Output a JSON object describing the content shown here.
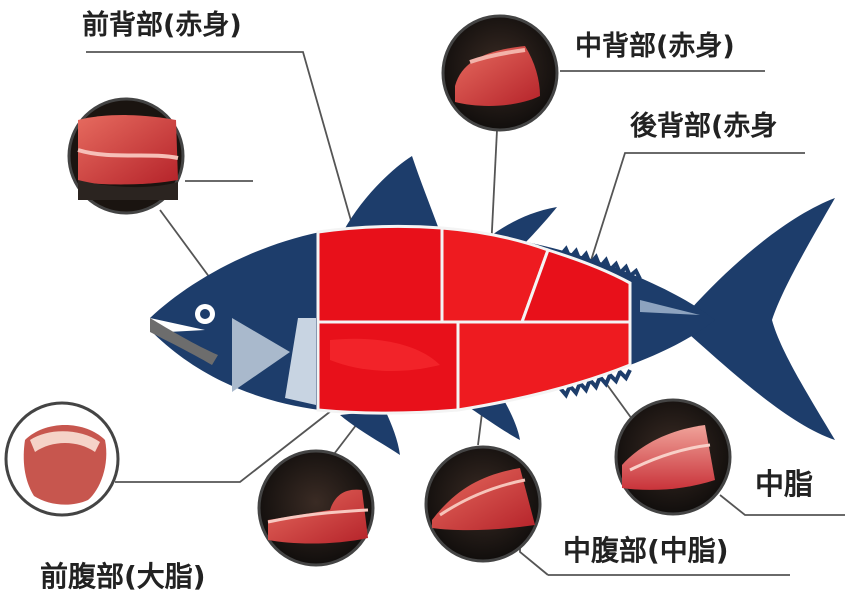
{
  "labels": {
    "front_back": "前背部(赤身)",
    "mid_back": "中背部(赤身)",
    "rear_back": "後背部(赤身",
    "chutoro": "中脂",
    "front_belly": "前腹部(大脂)",
    "mid_belly": "中腹部(中脂)"
  },
  "colors": {
    "body": "#1d3d6b",
    "meat": "#e8101a",
    "meat_light": "#ff3c3c",
    "cut_line": "#f4f4f4",
    "gill": "#a9b9cc",
    "leader_line": "#555555",
    "circle_border": "#444444"
  },
  "icons": {
    "fish": "tuna-silhouette",
    "samples": "meat-sample-photo"
  }
}
